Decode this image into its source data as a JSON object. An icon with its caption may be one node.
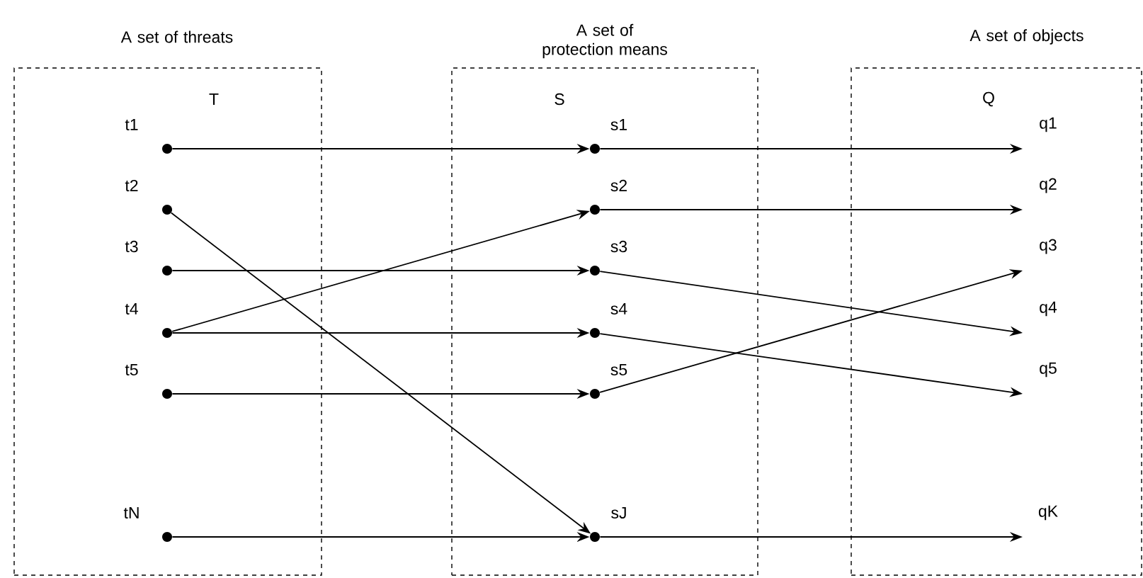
{
  "diagram": {
    "nodes": [
      {
        "text": [
          "A set of threats",
          "T"
        ]
      },
      {
        "text": [
          "A set of protection means",
          "S"
        ]
      },
      {
        "text": [
          "A set of objects",
          "Q"
        ]
      },
      {
        "text": [
          "t1"
        ],
        "in": 0
      },
      {
        "text": [
          "t2"
        ],
        "in": 0
      },
      {
        "text": [
          "t3"
        ],
        "in": 0
      },
      {
        "text": [
          "t4"
        ],
        "in": 0
      },
      {
        "text": [
          "t5"
        ],
        "in": 0
      },
      {
        "text": [
          "tN"
        ],
        "in": 0
      },
      {
        "text": [
          "s1"
        ],
        "in": 1
      },
      {
        "text": [
          "s2"
        ],
        "in": 1
      },
      {
        "text": [
          "s3"
        ],
        "in": 1
      },
      {
        "text": [
          "s4"
        ],
        "in": 1
      },
      {
        "text": [
          "s5"
        ],
        "in": 1
      },
      {
        "text": [
          "sJ"
        ],
        "in": 1
      },
      {
        "text": [
          "q1"
        ],
        "in": 2
      },
      {
        "text": [
          "q2"
        ],
        "in": 2
      },
      {
        "text": [
          "q3"
        ],
        "in": 2
      },
      {
        "text": [
          "q4"
        ],
        "in": 2
      },
      {
        "text": [
          "q5"
        ],
        "in": 2
      },
      {
        "text": [
          "qK"
        ],
        "in": 2
      }
    ],
    "edges": [
      {
        "from": 3,
        "to": 9,
        "arrow": "to"
      },
      {
        "from": 4,
        "to": 14,
        "arrow": "to"
      },
      {
        "from": 5,
        "to": 11,
        "arrow": "to"
      },
      {
        "from": 6,
        "to": 10,
        "arrow": "to"
      },
      {
        "from": 6,
        "to": 12,
        "arrow": "to"
      },
      {
        "from": 7,
        "to": 13,
        "arrow": "to"
      },
      {
        "from": 8,
        "to": 14,
        "arrow": "to"
      },
      {
        "from": 9,
        "to": 15,
        "arrow": "to"
      },
      {
        "from": 10,
        "to": 16,
        "arrow": "to"
      },
      {
        "from": 11,
        "to": 18,
        "arrow": "to"
      },
      {
        "from": 12,
        "to": 19,
        "arrow": "to"
      },
      {
        "from": 13,
        "to": 17,
        "arrow": "to"
      },
      {
        "from": 14,
        "to": 20,
        "arrow": "to"
      }
    ]
  }
}
